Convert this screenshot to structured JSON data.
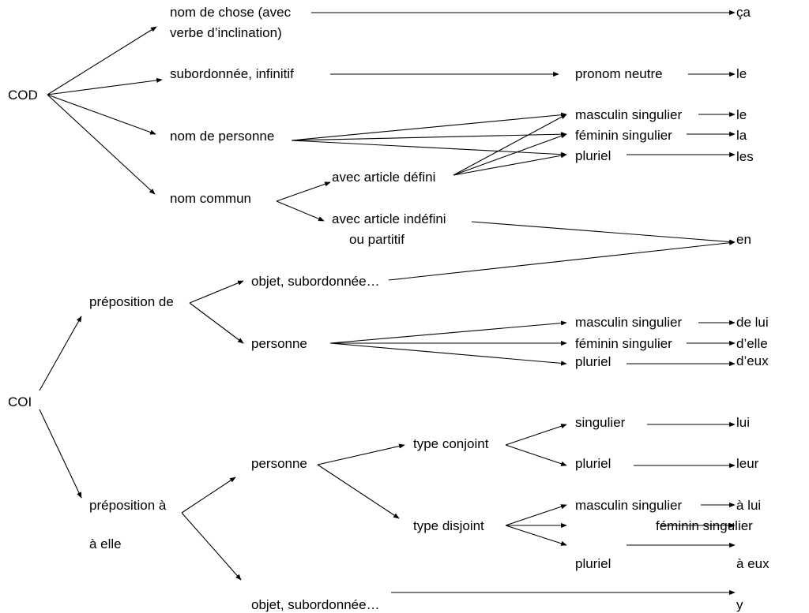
{
  "cod": {
    "root": "COD",
    "chose": "nom de chose (avec",
    "chose_line2": "verbe d’inclination)",
    "ca": "ça",
    "sub_inf": "subordonnée, infinitif",
    "pronom_neutre": "pronom neutre",
    "le_neutre": "le",
    "personne": "nom de personne",
    "commun": "nom commun",
    "art_defini": "avec article défini",
    "art_indefini": "avec article indéfini",
    "art_indefini_line2": "ou partitif",
    "masc_sing": "masculin singulier",
    "fem_sing": "féminin singulier",
    "pluriel": "pluriel",
    "le": "le",
    "la": "la",
    "les": "les",
    "en": "en"
  },
  "coi": {
    "root": "COI",
    "prep_de": "préposition de",
    "objet_sub": "objet, subordonnée…",
    "personne_de": "personne",
    "masc_sing": "masculin singulier",
    "fem_sing": "féminin singulier",
    "pluriel": "pluriel",
    "de_lui": "de lui",
    "d_elle": "d’elle",
    "d_eux": "d’eux",
    "prep_a": "préposition à",
    "a_elle": "à elle",
    "personne_a": "personne",
    "type_conjoint": "type conjoint",
    "singulier": "singulier",
    "pluriel_conj": "pluriel",
    "lui": "lui",
    "leur": "leur",
    "type_disjoint": "type disjoint",
    "masc_sing_disj": "masculin singulier",
    "fem_sing_disj": "féminin singulier",
    "pluriel_disj": "pluriel",
    "a_lui": "à lui",
    "a_eux": "à eux",
    "objet_sub_a": "objet, subordonnée…",
    "y": "y"
  }
}
